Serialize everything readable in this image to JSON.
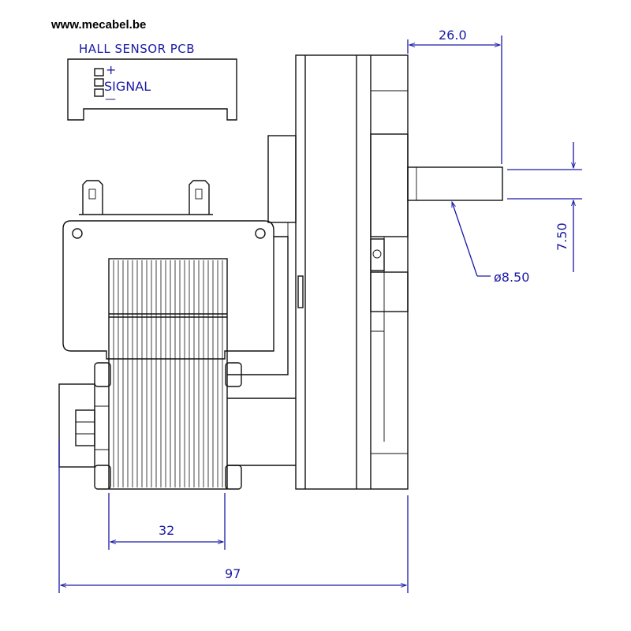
{
  "site_url": "www.mecabel.be",
  "hall_sensor": {
    "title": "HALL SENSOR PCB",
    "plus": "+",
    "signal": "SIGNAL",
    "minus": "—"
  },
  "dimensions": {
    "shaft_length": "26.0",
    "flat_depth": "7.50",
    "shaft_diameter": "ø8.50",
    "coil_width": "32",
    "overall_width": "97"
  },
  "colors": {
    "dimension": "#1a1aa6",
    "drawing": "#111111"
  }
}
